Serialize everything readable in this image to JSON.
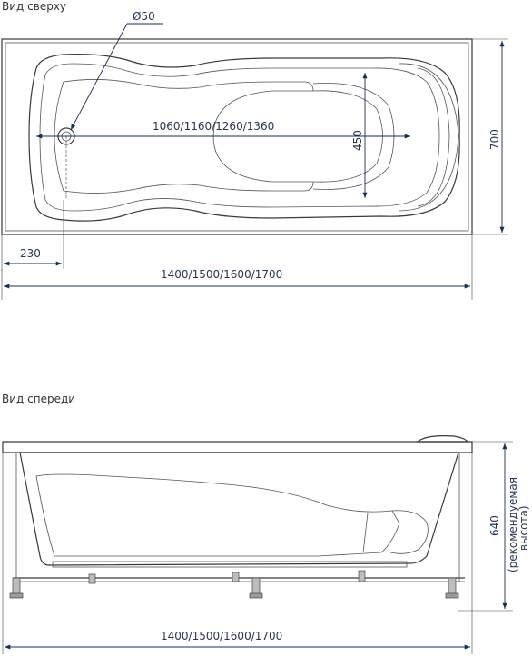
{
  "top_view": {
    "caption": "Вид сверху",
    "drain_diameter": "Ø50",
    "inner_length": "1060/1160/1260/1360",
    "inner_width": "450",
    "outer_width": "700",
    "drain_offset": "230",
    "outer_length": "1400/1500/1600/1700"
  },
  "front_view": {
    "caption": "Вид спереди",
    "height": "640",
    "height_note_line1": "(рекомендуемая",
    "height_note_line2": "высота)",
    "outer_length": "1400/1500/1600/1700"
  },
  "colors": {
    "dimension_line": "#1f2d4d",
    "outline": "#3a3a3a",
    "shell_fill": "#d8d8d8"
  }
}
